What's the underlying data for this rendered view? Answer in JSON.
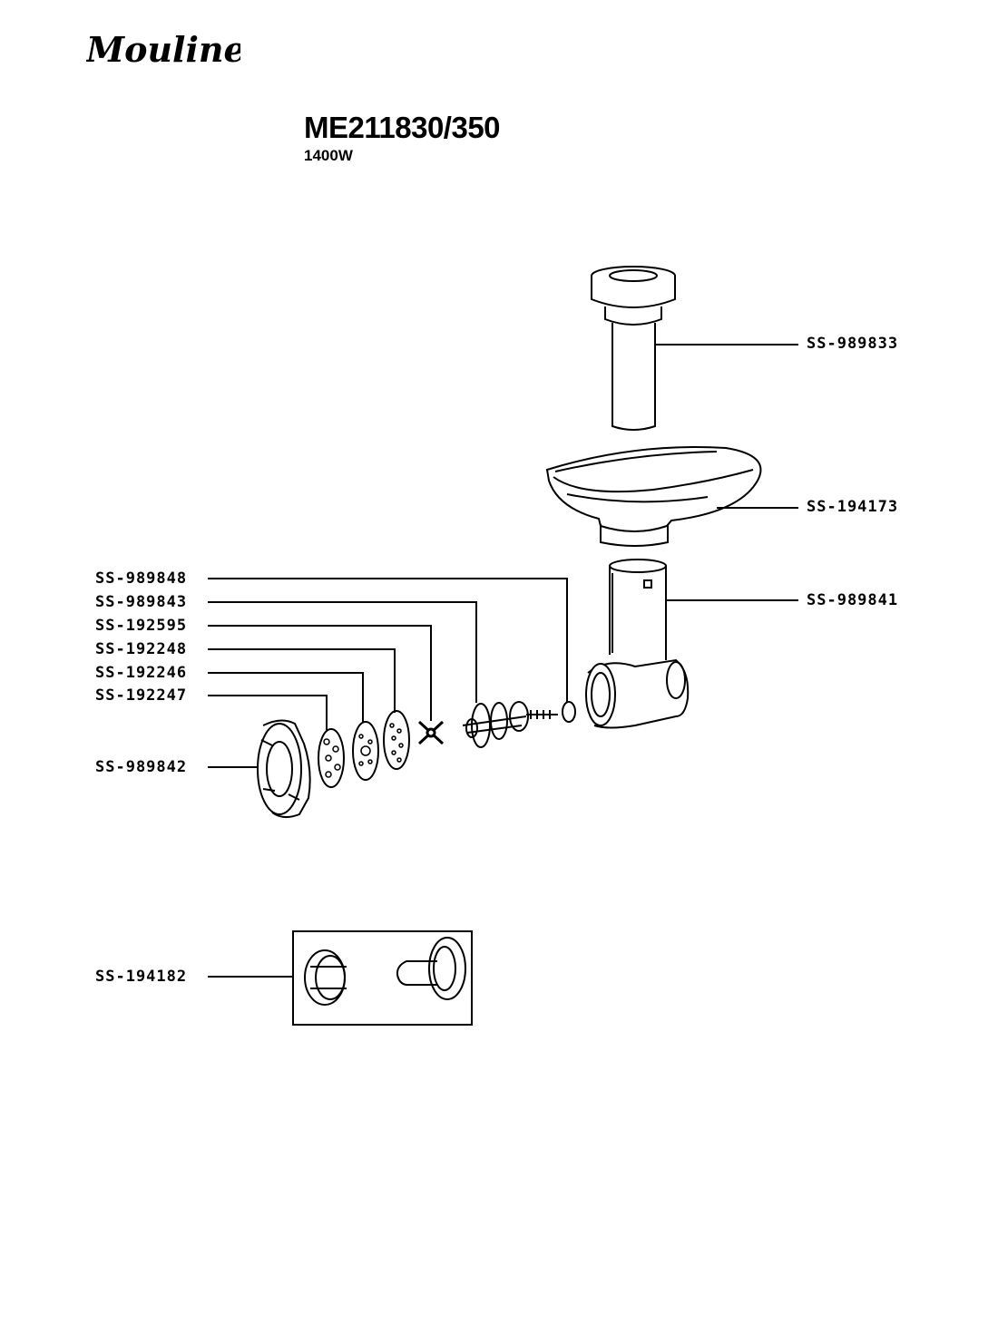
{
  "brand": {
    "logo": "Moulinex"
  },
  "header": {
    "model": "ME211830/350",
    "power": "1400W"
  },
  "parts": {
    "p989833": "SS-989833",
    "p194173": "SS-194173",
    "p989841": "SS-989841",
    "p989848": "SS-989848",
    "p989843": "SS-989843",
    "p192595": "SS-192595",
    "p192248": "SS-192248",
    "p192246": "SS-192246",
    "p192247": "SS-192247",
    "p989842": "SS-989842",
    "p194182": "SS-194182"
  }
}
